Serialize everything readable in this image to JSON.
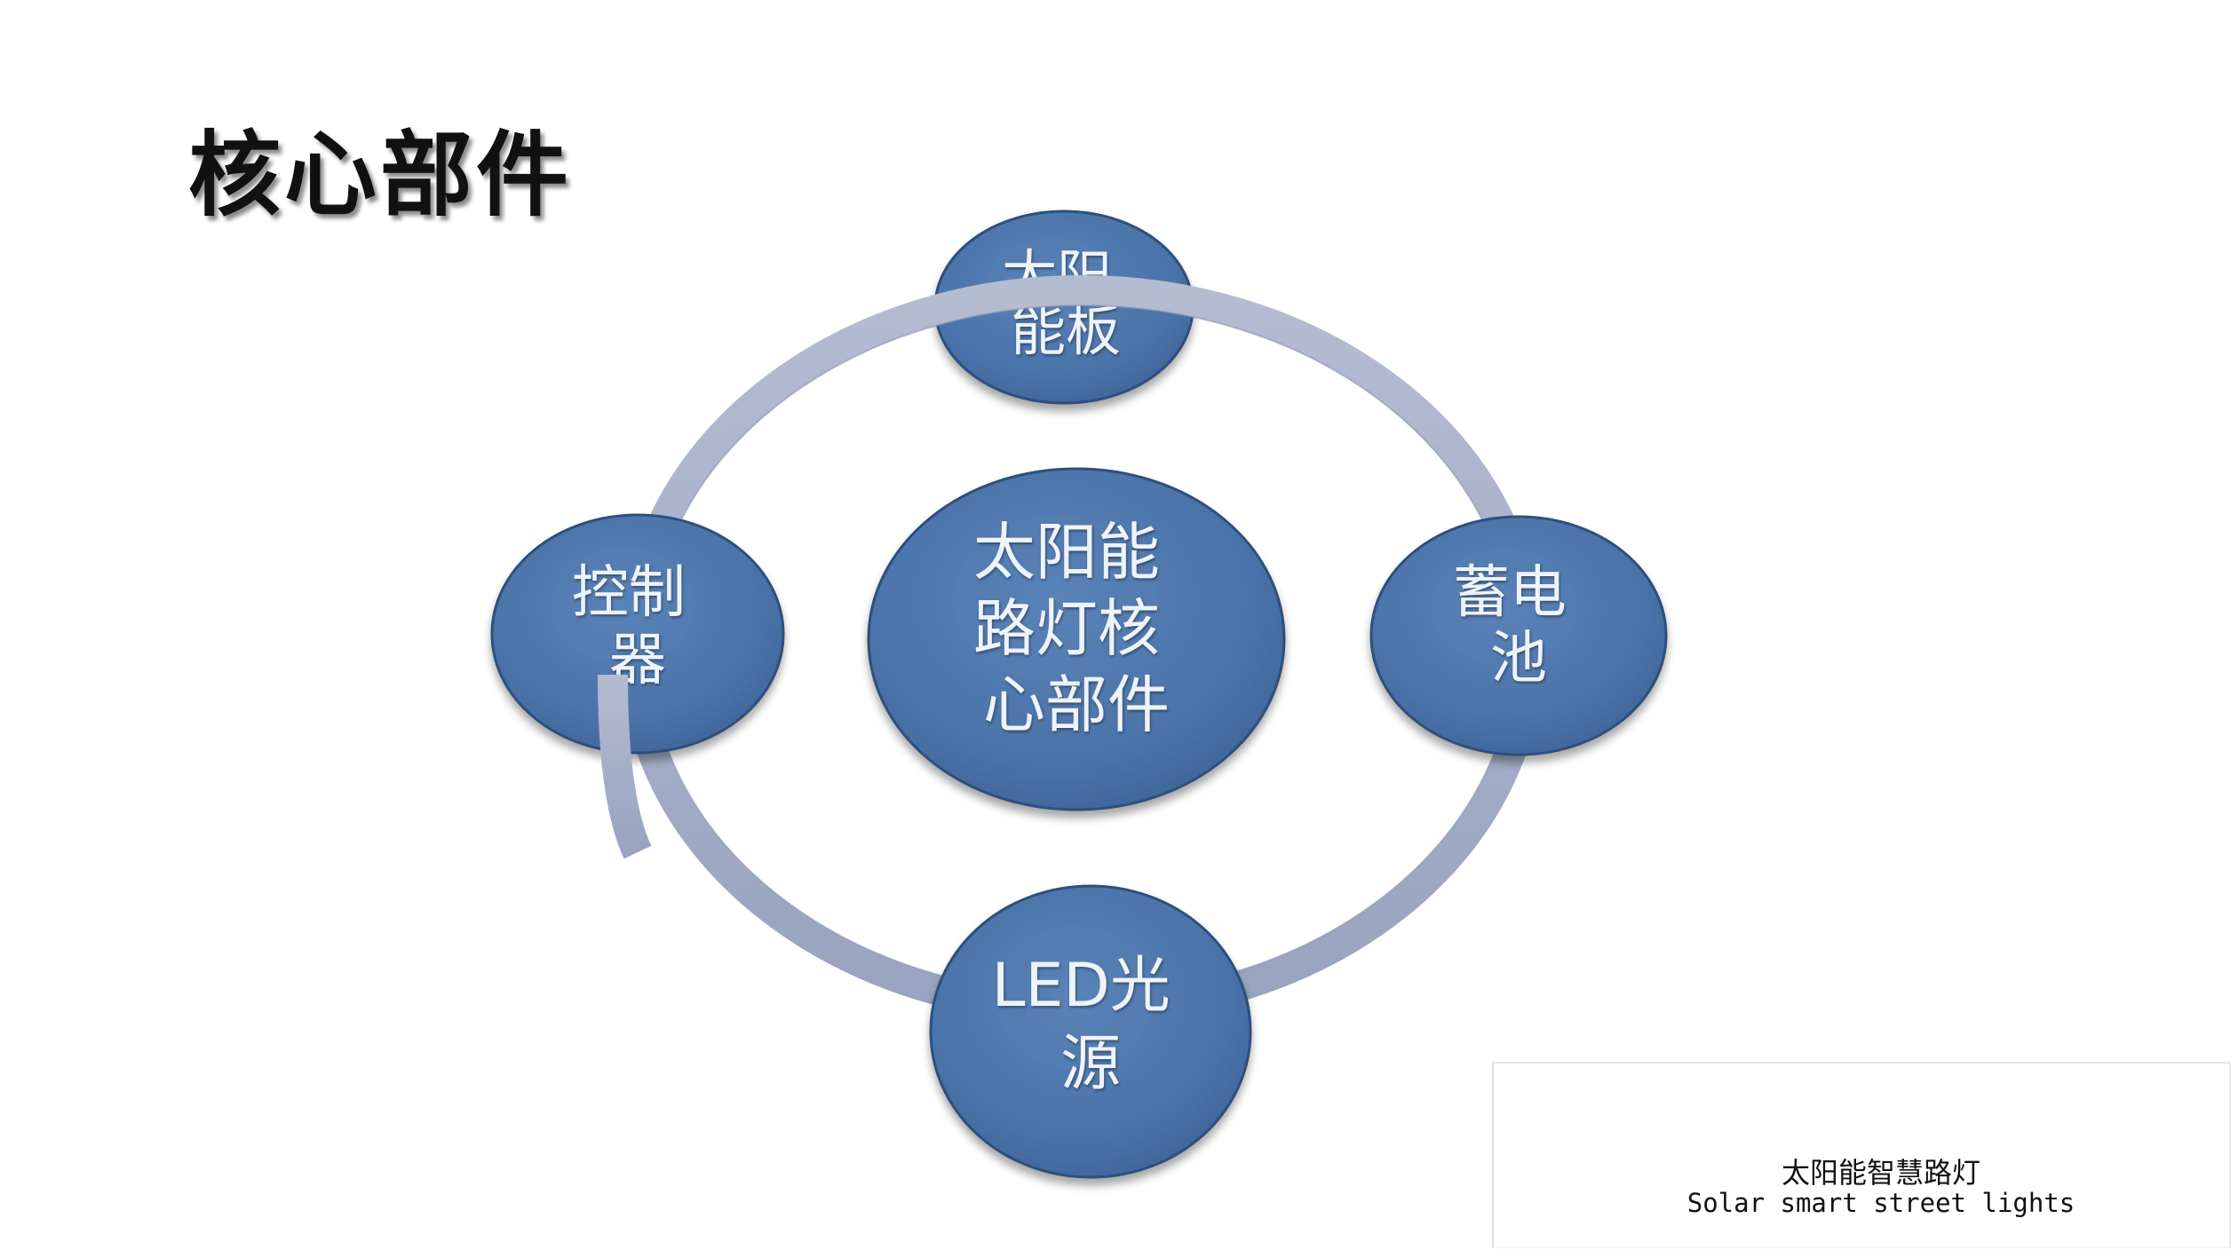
{
  "title": "核心部件",
  "colors": {
    "node_fill": "#4a72a8",
    "node_edge": "#2d4f7c",
    "ring": "#a3acc6",
    "node_text": "#eef3fa",
    "title_text": "#111111"
  },
  "diagram": {
    "center": {
      "lines": [
        "太阳能",
        "路灯核",
        "心部件"
      ]
    },
    "nodes": [
      {
        "id": "solar-panel",
        "lines": [
          "太阳",
          "能板"
        ]
      },
      {
        "id": "battery",
        "lines": [
          "蓄电",
          "池"
        ]
      },
      {
        "id": "led-light",
        "lines": [
          "LED光",
          "源"
        ]
      },
      {
        "id": "controller",
        "lines": [
          "控制",
          "器"
        ]
      }
    ]
  },
  "footer": {
    "title_zh": "太阳能智慧路灯",
    "title_en": "Solar smart street lights"
  }
}
